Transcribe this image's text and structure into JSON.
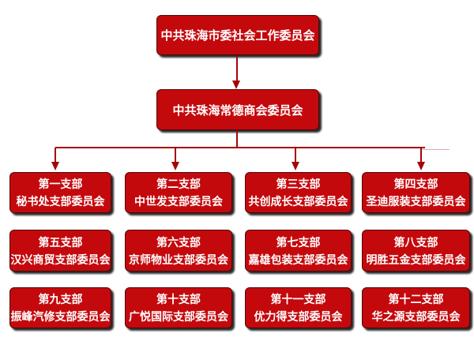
{
  "colors": {
    "page-bg": "#ffffff",
    "box-red": "#c4090d",
    "box-border": "#4d0a0a",
    "line-red": "#a50507",
    "shadow-dark": "#2b2b2b",
    "text-white": "#ffffff",
    "stray-pink": "#e2a7a7"
  },
  "chart": {
    "type": "org-chart",
    "root": {
      "title": "中共珠海市委社会工作委员会"
    },
    "parent": {
      "title": "中共珠海常德商会委员会"
    },
    "branches": [
      {
        "line1": "第一支部",
        "line2": "秘书处支部委员会"
      },
      {
        "line1": "第二支部",
        "line2": "中世发支部委员会"
      },
      {
        "line1": "第三支部",
        "line2": "共创成长支部委员会"
      },
      {
        "line1": "第四支部",
        "line2": "圣迪服装支部委员会"
      },
      {
        "line1": "第五支部",
        "line2": "汉兴商贸支部委员会"
      },
      {
        "line1": "第六支部",
        "line2": "京师物业支部委员会"
      },
      {
        "line1": "第七支部",
        "line2": "嘉雄包装支部委员会"
      },
      {
        "line1": "第八支部",
        "line2": "明胜五金支部委员会"
      },
      {
        "line1": "第九支部",
        "line2": "振峰汽修支部委员会"
      },
      {
        "line1": "第十支部",
        "line2": "广悦国际支部委员会"
      },
      {
        "line1": "第十一支部",
        "line2": "优力得支部委员会"
      },
      {
        "line1": "第十二支部",
        "line2": "华之源支部委员会"
      }
    ]
  }
}
